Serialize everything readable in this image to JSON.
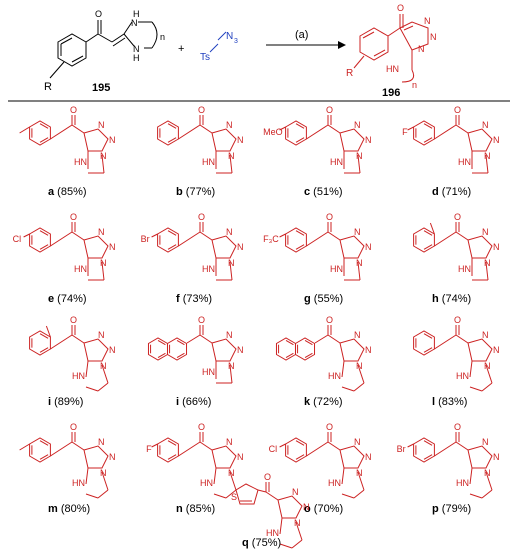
{
  "scheme": {
    "reactant_label": "195",
    "product_label": "196",
    "reagent_text": "Ts",
    "reagent_sub": "N",
    "reagent_sub_index": "3",
    "plus": "+",
    "conditions": "(a)",
    "index_n": "n",
    "r_group": "R"
  },
  "atoms": {
    "O": "O",
    "N": "N",
    "H": "H",
    "NH": "NH",
    "HN": "HN",
    "MeO": "MeO",
    "F": "F",
    "Cl": "Cl",
    "Br": "Br",
    "F3C": "F₃C",
    "S": "S"
  },
  "compounds": [
    {
      "letter": "a",
      "yield": "(85%)",
      "aryl": "p-tolyl",
      "ring": "5",
      "sub": ""
    },
    {
      "letter": "b",
      "yield": "(77%)",
      "aryl": "phenyl",
      "ring": "5",
      "sub": ""
    },
    {
      "letter": "c",
      "yield": "(51%)",
      "aryl": "p-MeO-phenyl",
      "ring": "5",
      "sub": "MeO"
    },
    {
      "letter": "d",
      "yield": "(71%)",
      "aryl": "p-F-phenyl",
      "ring": "5",
      "sub": "F"
    },
    {
      "letter": "e",
      "yield": "(74%)",
      "aryl": "p-Cl-phenyl",
      "ring": "5",
      "sub": "Cl"
    },
    {
      "letter": "f",
      "yield": "(73%)",
      "aryl": "p-Br-phenyl",
      "ring": "5",
      "sub": "Br"
    },
    {
      "letter": "g",
      "yield": "(55%)",
      "aryl": "p-CF3-phenyl",
      "ring": "5",
      "sub": "F3C"
    },
    {
      "letter": "h",
      "yield": "(74%)",
      "aryl": "o-tolyl",
      "ring": "5",
      "sub": ""
    },
    {
      "letter": "i",
      "yield": "(89%)",
      "aryl": "o-tolyl",
      "ring": "6",
      "sub": ""
    },
    {
      "letter": "i",
      "yield": "(66%)",
      "aryl": "2-naphthyl",
      "ring": "5",
      "sub": ""
    },
    {
      "letter": "k",
      "yield": "(72%)",
      "aryl": "2-naphthyl",
      "ring": "6",
      "sub": ""
    },
    {
      "letter": "l",
      "yield": "(83%)",
      "aryl": "phenyl",
      "ring": "6",
      "sub": ""
    },
    {
      "letter": "m",
      "yield": "(80%)",
      "aryl": "p-tolyl",
      "ring": "6",
      "sub": ""
    },
    {
      "letter": "n",
      "yield": "(85%)",
      "aryl": "p-F-phenyl",
      "ring": "6",
      "sub": "F"
    },
    {
      "letter": "o",
      "yield": "(70%)",
      "aryl": "p-Cl-phenyl",
      "ring": "6",
      "sub": "Cl"
    },
    {
      "letter": "p",
      "yield": "(79%)",
      "aryl": "p-Br-phenyl",
      "ring": "6",
      "sub": "Br"
    },
    {
      "letter": "q",
      "yield": "(75%)",
      "aryl": "2-thienyl",
      "ring": "6",
      "sub": ""
    }
  ],
  "colors": {
    "product": "#cc2222",
    "reagent": "#1f3fbf",
    "ink": "#000000"
  }
}
